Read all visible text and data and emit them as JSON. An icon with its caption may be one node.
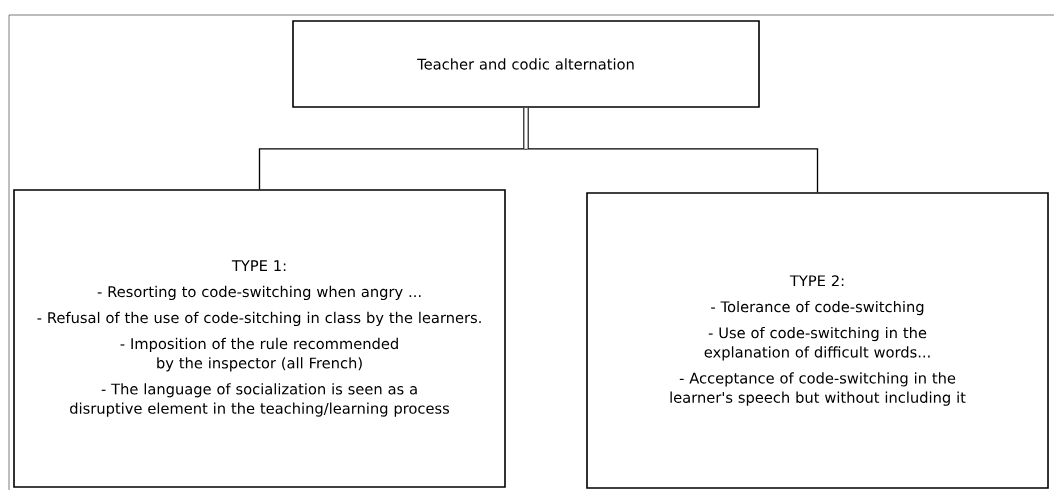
{
  "diagram": {
    "nodes": [
      {
        "text": [
          "Teacher and codic alternation"
        ]
      },
      {
        "text": [
          "TYPE 1:",
          "- Resorting to code-switching when angry ...",
          "- Refusal of the use of code-sitching in class by the learners.",
          "- Imposition of the rule recommended by the inspector (all French)",
          "- The language of socialization is seen as a disruptive element in the teaching/learning process"
        ]
      },
      {
        "text": [
          "TYPE 2:",
          "- Tolerance of code-switching",
          "- Use of code-switching in the explanation of difficult words...",
          "- Acceptance of code-switching in the learner's speech but without including it"
        ]
      }
    ],
    "edges": [
      {
        "from": 0,
        "to": 1,
        "arrow": "none"
      },
      {
        "from": 0,
        "to": 2,
        "arrow": "none"
      }
    ]
  }
}
